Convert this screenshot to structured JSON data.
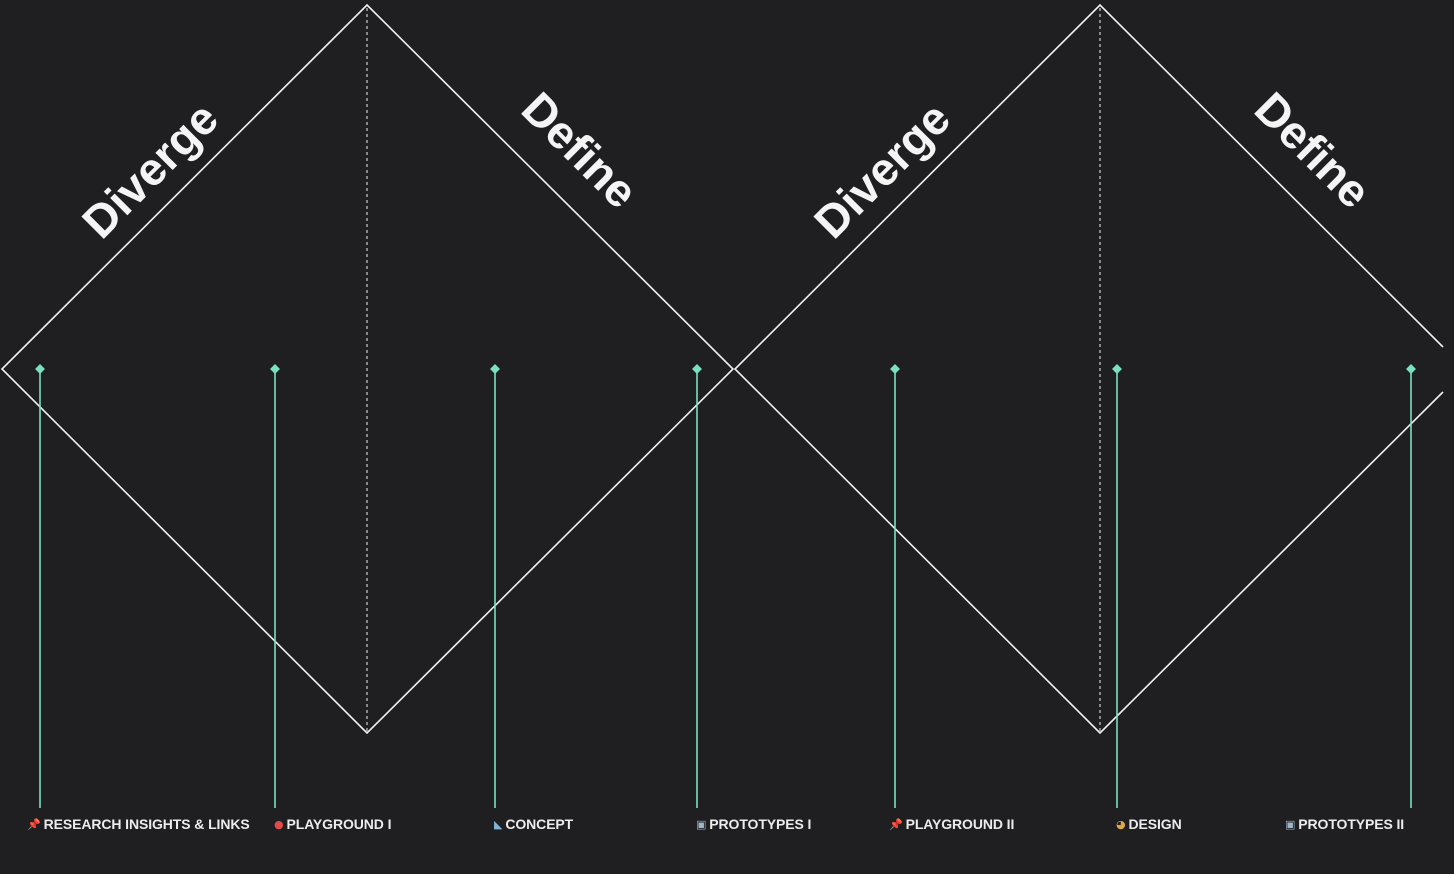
{
  "colors": {
    "background": "#1f1f21",
    "diamond_stroke": "#f2f2f2",
    "milestone_line": "#79e0c1",
    "label_text": "#ececec"
  },
  "phases": [
    {
      "label": "Diverge"
    },
    {
      "label": "Define"
    },
    {
      "label": "Diverge"
    },
    {
      "label": "Define"
    }
  ],
  "milestones": [
    {
      "icon": "pushpin-icon",
      "glyph": "📌",
      "icon_color": "#e04a4a",
      "label": "RESEARCH INSIGHTS & LINKS"
    },
    {
      "icon": "round-pushpin-icon",
      "glyph": "●",
      "icon_color": "#e04a4a",
      "label": "PLAYGROUND I"
    },
    {
      "icon": "triangular-ruler-icon",
      "glyph": "◣",
      "icon_color": "#7fb3d9",
      "label": "CONCEPT"
    },
    {
      "icon": "robot-icon",
      "glyph": "▣",
      "icon_color": "#9fb6c9",
      "label": "PROTOTYPES I"
    },
    {
      "icon": "pushpin-icon",
      "glyph": "📌",
      "icon_color": "#e04a4a",
      "label": "PLAYGROUND II"
    },
    {
      "icon": "palette-icon",
      "glyph": "◕",
      "icon_color": "#e0a64a",
      "label": "DESIGN"
    },
    {
      "icon": "robot-icon",
      "glyph": "▣",
      "icon_color": "#9fb6c9",
      "label": "PROTOTYPES II"
    }
  ]
}
